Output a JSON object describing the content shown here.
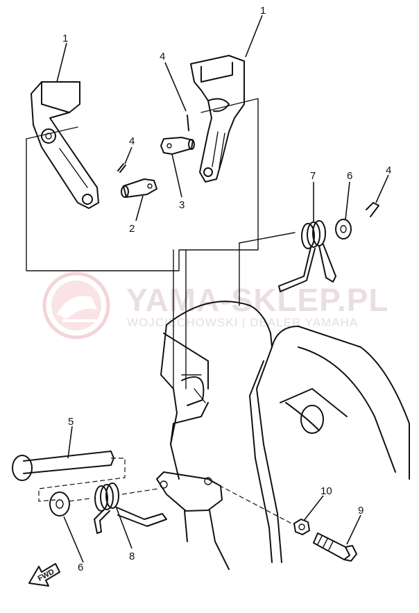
{
  "watermark": {
    "title": "YAMA-SKLEP.PL",
    "subtitle": "WOJCIECHOWSKI | DEALER YAMAHA",
    "color": "#e8a0a8"
  },
  "direction_tag": "FWD",
  "callouts": [
    "1",
    "1",
    "4",
    "4",
    "4",
    "2",
    "3",
    "7",
    "6",
    "5",
    "6",
    "8",
    "10",
    "9"
  ]
}
